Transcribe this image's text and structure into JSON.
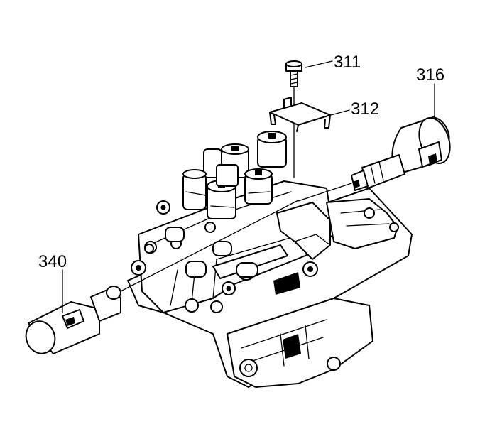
{
  "diagram": {
    "callouts": {
      "bolt": "311",
      "clip": "312",
      "solenoid_right": "316",
      "solenoid_left": "340"
    }
  }
}
